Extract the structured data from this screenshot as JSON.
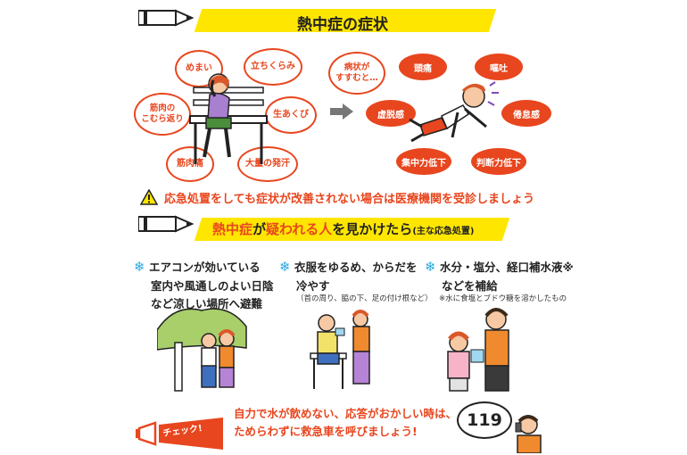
{
  "section1": {
    "title": "熱中症の症状",
    "symptoms_mild": [
      "めまい",
      "立ちくらみ",
      "筋肉の\nこむら返り",
      "生あくび",
      "筋肉痛",
      "大量の発汗"
    ],
    "progress_label": "病状が\nすすむと…",
    "symptoms_severe": [
      "頭痛",
      "嘔吐",
      "虚脱感",
      "倦怠感",
      "集中力低下",
      "判断力低下"
    ],
    "caution": "応急処置をしても症状が改善されない場合は医療機関を受診しましょう"
  },
  "section2": {
    "title_a": "熱中症",
    "title_b": "が",
    "title_c": "疑われる人",
    "title_d": "を見かけたら",
    "title_note": "(主な応急処置)",
    "tips": [
      {
        "line1": "エアコンが効いている",
        "line2": "室内や風通しのよい日陰",
        "line3": "など涼しい場所へ避難",
        "note": ""
      },
      {
        "line1": "衣服をゆるめ、からだを",
        "line2": "冷やす",
        "line3": "",
        "note": "（首の周り、脇の下、足の付け根など）"
      },
      {
        "line1": "水分・塩分、経口補水液※",
        "line2": "などを補給",
        "line3": "",
        "note": "※水に食塩とブドウ糖を溶かしたもの"
      }
    ],
    "snow_icon": "❄"
  },
  "check": {
    "label": "チェック!",
    "line1": "自力で水が飲めない、応答がおかしい時は、",
    "line2": "ためらわずに救急車を呼びましょう!",
    "emergency_number": "119"
  },
  "colors": {
    "accent": "#e8461e",
    "banner": "#ffe600",
    "icon_blue": "#2aa7e0"
  }
}
